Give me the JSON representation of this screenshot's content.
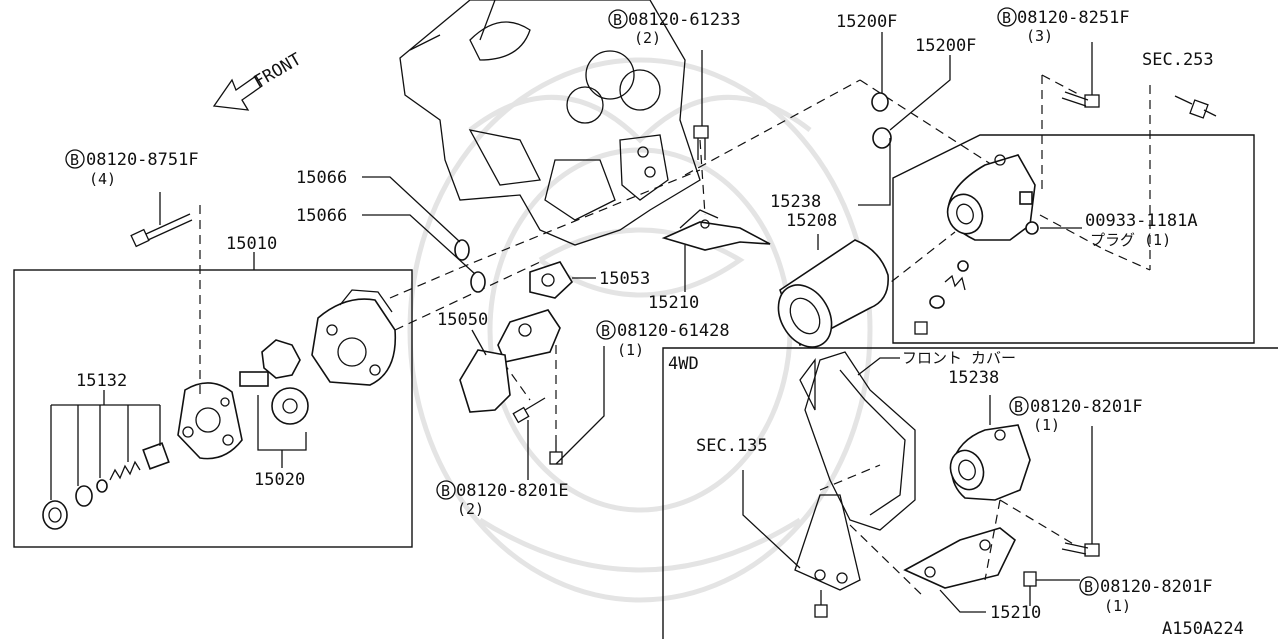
{
  "diagram": {
    "front_label": "FRONT",
    "drawing_code": "A150A224",
    "bolt_prefix": "B",
    "labels": {
      "b08120_61233": "08120-61233",
      "b08120_61233_qty": "(2)",
      "p15200f_a": "15200F",
      "p15200f_b": "15200F",
      "b08120_8251f": "08120-8251F",
      "b08120_8251f_qty": "(3)",
      "sec253": "SEC.253",
      "b08120_8751f": "08120-8751F",
      "b08120_8751f_qty": "(4)",
      "p15066_a": "15066",
      "p15066_b": "15066",
      "p15010": "15010",
      "p15238_main": "15238",
      "p15208": "15208",
      "p00933": "00933-1181A",
      "plug": "プラグ (1)",
      "p15053": "15053",
      "p15210_main": "15210",
      "p15050": "15050",
      "b08120_61428": "08120-61428",
      "b08120_61428_qty": "(1)",
      "p15132": "15132",
      "p15020": "15020",
      "b08120_8201e": "08120-8201E",
      "b08120_8201e_qty": "(2)",
      "fwd_label": "4WD",
      "front_cover": "フロント カバー",
      "p15238_4wd": "15238",
      "b08120_8201f_a": "08120-8201F",
      "b08120_8201f_a_qty": "(1)",
      "sec135": "SEC.135",
      "b08120_8201f_b": "08120-8201F",
      "b08120_8201f_b_qty": "(1)",
      "p15210_4wd": "15210"
    }
  }
}
